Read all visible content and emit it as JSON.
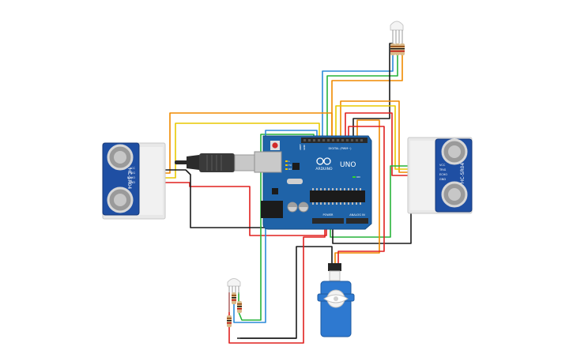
{
  "arduino": {
    "brand": "ARDUINO",
    "model": "UNO",
    "reset_label": "RESET",
    "digital_label": "DIGITAL (PWM~)",
    "power_label": "POWER",
    "analog_label": "ANALOG IN",
    "aref_label": "AREF",
    "gnd_label": "GND",
    "on_label": "ON",
    "l_label": "L",
    "tx_label": "TX",
    "rx_label": "RX"
  },
  "sensors": {
    "left_model": "HC-SR04",
    "right_model": "HC-SR04",
    "pin_vcc": "VCC",
    "pin_trig": "TRIG",
    "pin_echo": "ECHO",
    "pin_gnd": "GND"
  },
  "colors": {
    "wire_red": "#e0201e",
    "wire_black": "#1a1a1a",
    "wire_orange": "#f08a00",
    "wire_yellow": "#e8c900",
    "wire_green": "#27b43a",
    "wire_blue": "#2b8ad8",
    "board_blue": "#1f63a8",
    "sensor_blue": "#1f4fa3",
    "servo_blue": "#2e79d0"
  }
}
